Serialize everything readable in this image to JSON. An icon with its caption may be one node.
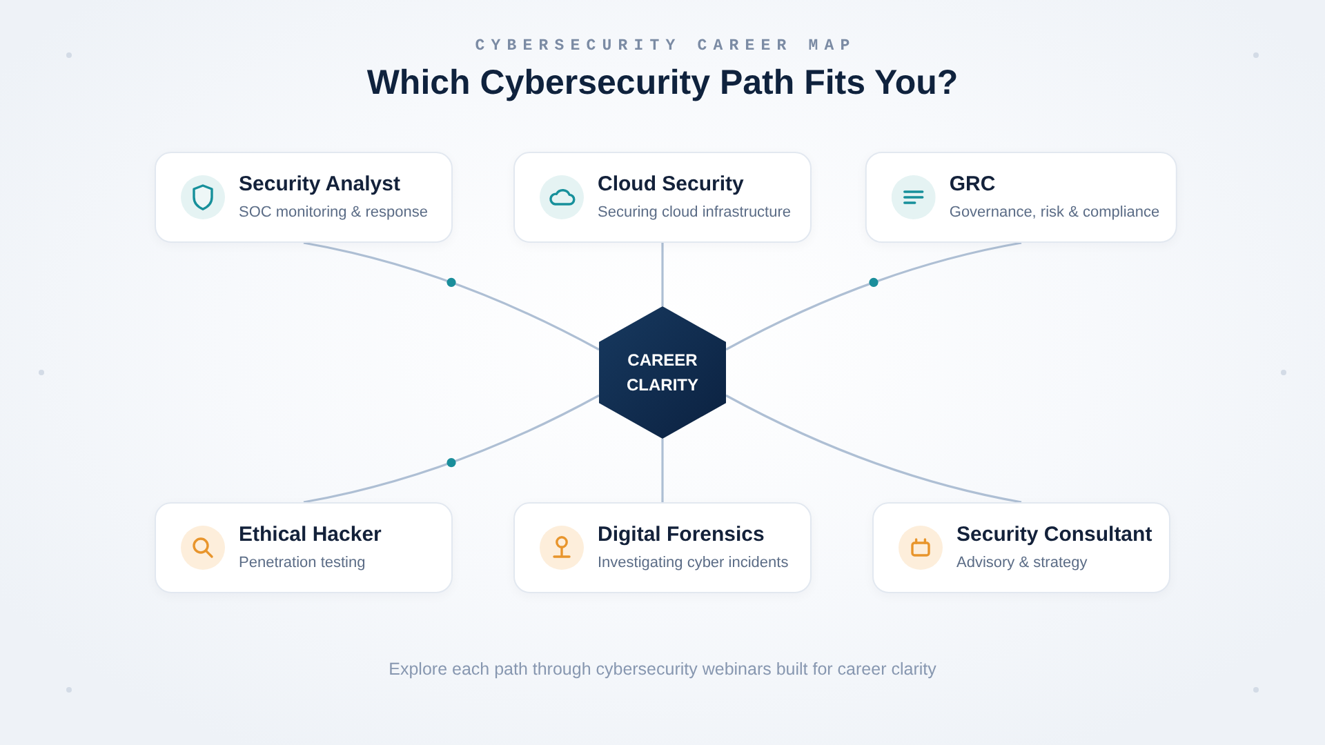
{
  "diagram": {
    "title": "Which Cybersecurity Path Fits You?",
    "caption": "Explore each path through cybersecurity webinars built for career clarity",
    "nodes": [
      {
        "text": [
          "Security Analyst",
          "SOC monitoring & response"
        ]
      },
      {
        "text": [
          "Cloud Security",
          "Securing cloud infrastructure"
        ]
      },
      {
        "text": [
          "GRC",
          "Governance, risk & compliance"
        ]
      },
      {
        "text": [
          "CAREER CLARITY"
        ]
      },
      {
        "text": [
          "Ethical Hacker",
          "Penetration testing"
        ]
      },
      {
        "text": [
          "Digital Forensics",
          "Investigating cyber incidents"
        ]
      },
      {
        "text": [
          "Security Consultant",
          "Advisory & strategy"
        ]
      }
    ],
    "edges": [
      {
        "from": 3,
        "to": 0,
        "arrow": "none"
      },
      {
        "from": 3,
        "to": 1,
        "arrow": "none"
      },
      {
        "from": 3,
        "to": 2,
        "arrow": "none"
      },
      {
        "from": 3,
        "to": 4,
        "arrow": "none"
      },
      {
        "from": 3,
        "to": 5,
        "arrow": "none"
      },
      {
        "from": 3,
        "to": 6,
        "arrow": "none"
      }
    ],
    "labels": [
      "CYBERSECURITY CAREER MAP"
    ]
  }
}
